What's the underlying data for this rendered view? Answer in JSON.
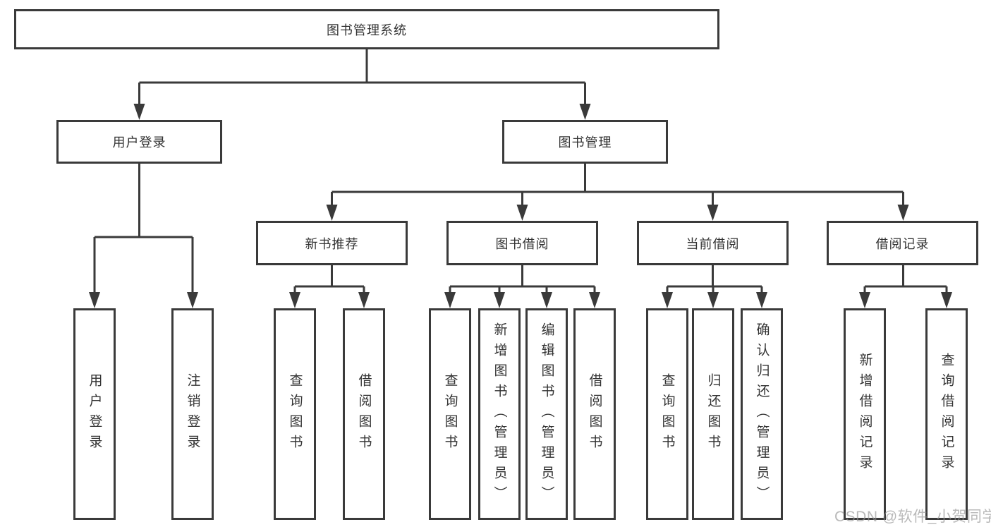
{
  "diagram": {
    "root_label": "图书管理系统",
    "level1": [
      {
        "label": "用户登录",
        "children": [
          "用户登录",
          "注销登录"
        ]
      },
      {
        "label": "图书管理",
        "groups": [
          {
            "label": "新书推荐",
            "children": [
              "查询图书",
              "借阅图书"
            ]
          },
          {
            "label": "图书借阅",
            "children": [
              "查询图书",
              "新增图书（管理员）",
              "编辑图书（管理员）",
              "借阅图书"
            ]
          },
          {
            "label": "当前借阅",
            "children": [
              "查询图书",
              "归还图书",
              "确认归还（管理员）"
            ]
          },
          {
            "label": "借阅记录",
            "children": [
              "新增借阅记录",
              "查询借阅记录"
            ]
          }
        ]
      }
    ]
  },
  "colors": {
    "line": "#3a3a3a",
    "text": "#333333",
    "background": "#ffffff",
    "watermark_gray": "#949494"
  },
  "watermark": {
    "text": "CSDN @软件_小贺同学"
  }
}
